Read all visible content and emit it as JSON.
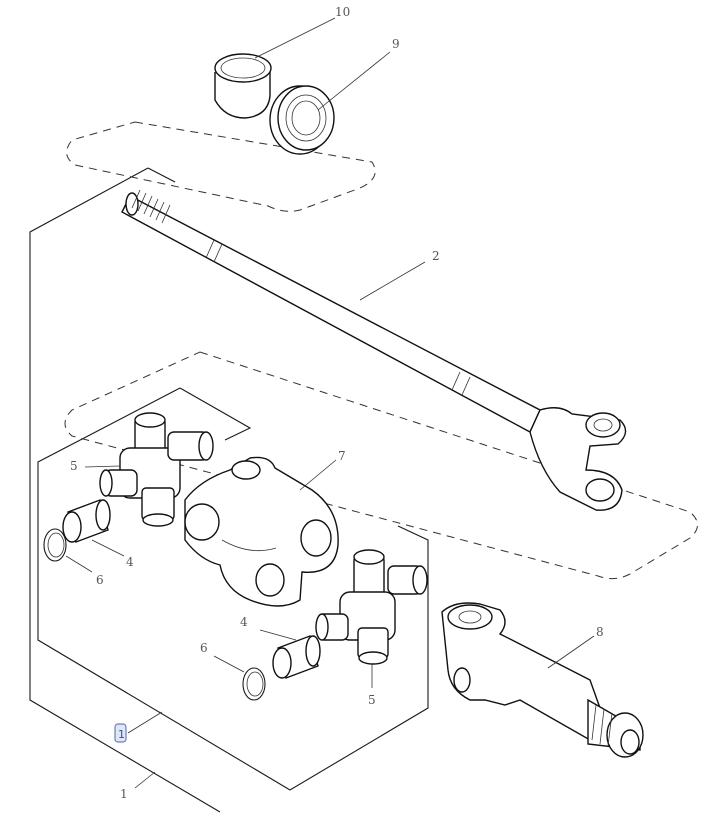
{
  "diagram": {
    "callouts": {
      "c1": "1",
      "c2": "2",
      "c4a": "4",
      "c4b": "4",
      "c5a": "5",
      "c5b": "5",
      "c6a": "6",
      "c6b": "6",
      "c7": "7",
      "c8": "8",
      "c9": "9",
      "c10": "10"
    },
    "hotspot_label": "1"
  }
}
